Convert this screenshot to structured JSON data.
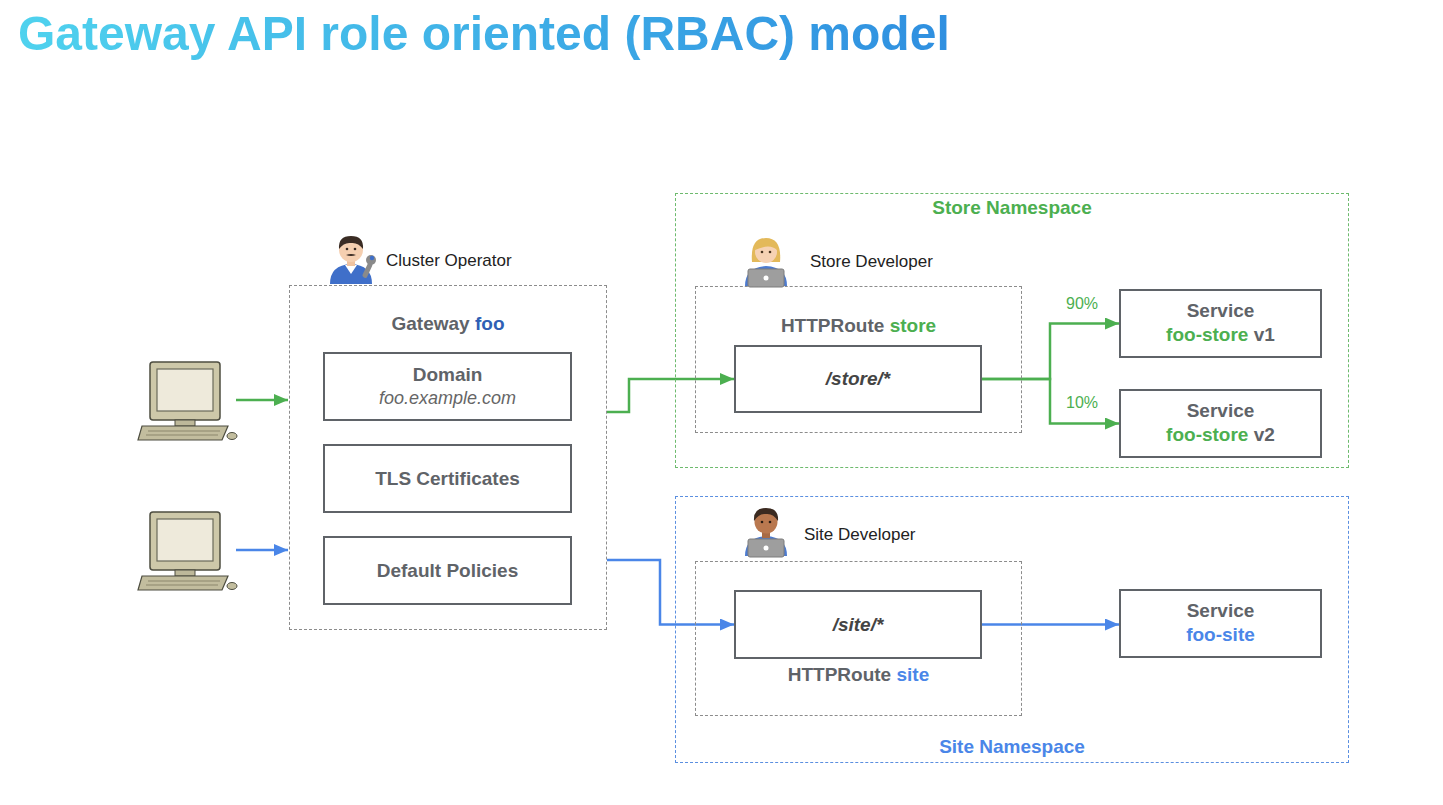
{
  "diagram": {
    "title": "Gateway API role oriented (RBAC) model",
    "nodes": [
      {
        "text": [
          "Cluster Operator",
          "Gateway",
          "foo"
        ]
      },
      {
        "text": [
          "Domain",
          "foo.example.com"
        ],
        "in": 0
      },
      {
        "text": [
          "TLS Certificates"
        ],
        "in": 0
      },
      {
        "text": [
          "Default Policies"
        ],
        "in": 0
      },
      {
        "text": [
          "Store Namespace"
        ]
      },
      {
        "text": [
          "Store Developer",
          "HTTPRoute",
          "store"
        ],
        "in": 4
      },
      {
        "text": [
          "/store/*"
        ],
        "in": 5
      },
      {
        "text": [
          "Service",
          "foo-store",
          "v1"
        ],
        "in": 4
      },
      {
        "text": [
          "Service",
          "foo-store",
          "v2"
        ],
        "in": 4
      },
      {
        "text": [
          "Site Namespace"
        ]
      },
      {
        "text": [
          "Site Developer",
          "HTTPRoute",
          "site"
        ],
        "in": 9
      },
      {
        "text": [
          "/site/*"
        ],
        "in": 10
      },
      {
        "text": [
          "Service",
          "foo-site"
        ],
        "in": 9
      }
    ],
    "edges": [
      {
        "from": 0,
        "to": 6,
        "arrow": "to"
      },
      {
        "from": 0,
        "to": 11,
        "arrow": "to"
      },
      {
        "from": 6,
        "to": 7,
        "label": "90%",
        "arrow": "to"
      },
      {
        "from": 6,
        "to": 8,
        "label": "10%",
        "arrow": "to"
      },
      {
        "from": 11,
        "to": 12,
        "arrow": "to"
      }
    ]
  }
}
